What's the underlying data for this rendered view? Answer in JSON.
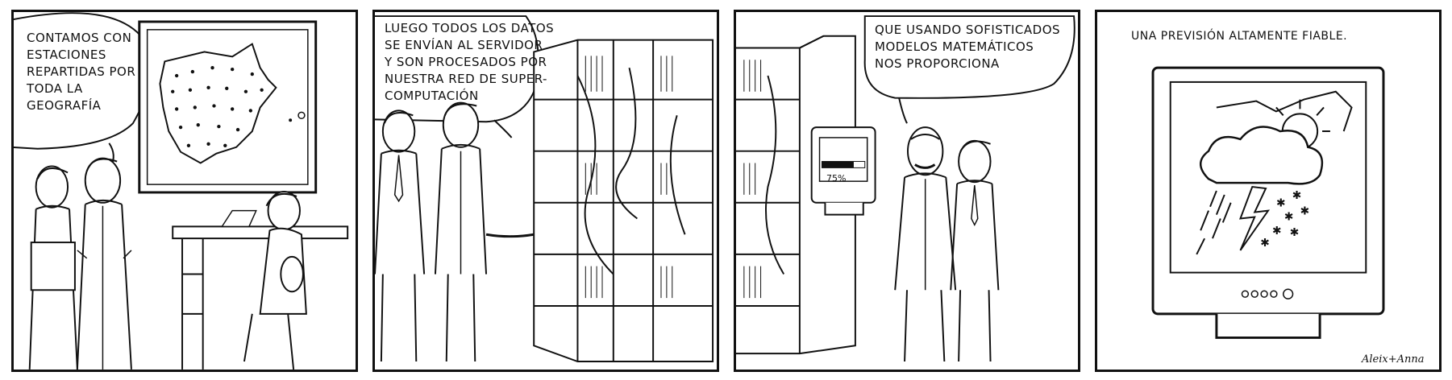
{
  "panels": [
    {
      "id": 1,
      "speech": [
        "CONTAMOS CON",
        "ESTACIONES",
        "REPARTIDAS POR",
        "TODA LA",
        "GEOGRAFÍA"
      ]
    },
    {
      "id": 2,
      "speech": [
        "LUEGO TODOS LOS DATOS",
        "SE ENVÍAN AL SERVIDOR",
        "Y SON PROCESADOS POR",
        "NUESTRA RED DE SUPER-",
        "COMPUTACIÓN"
      ]
    },
    {
      "id": 3,
      "speech": [
        "QUE USANDO SOFISTICADOS",
        "MODELOS MATEMÁTICOS",
        "NOS PROPORCIONA"
      ],
      "screen_progress": "75%"
    },
    {
      "id": 4,
      "caption": "UNA PREVISIÓN ALTAMENTE FIABLE.",
      "signature": "Aleix+Anna"
    }
  ]
}
